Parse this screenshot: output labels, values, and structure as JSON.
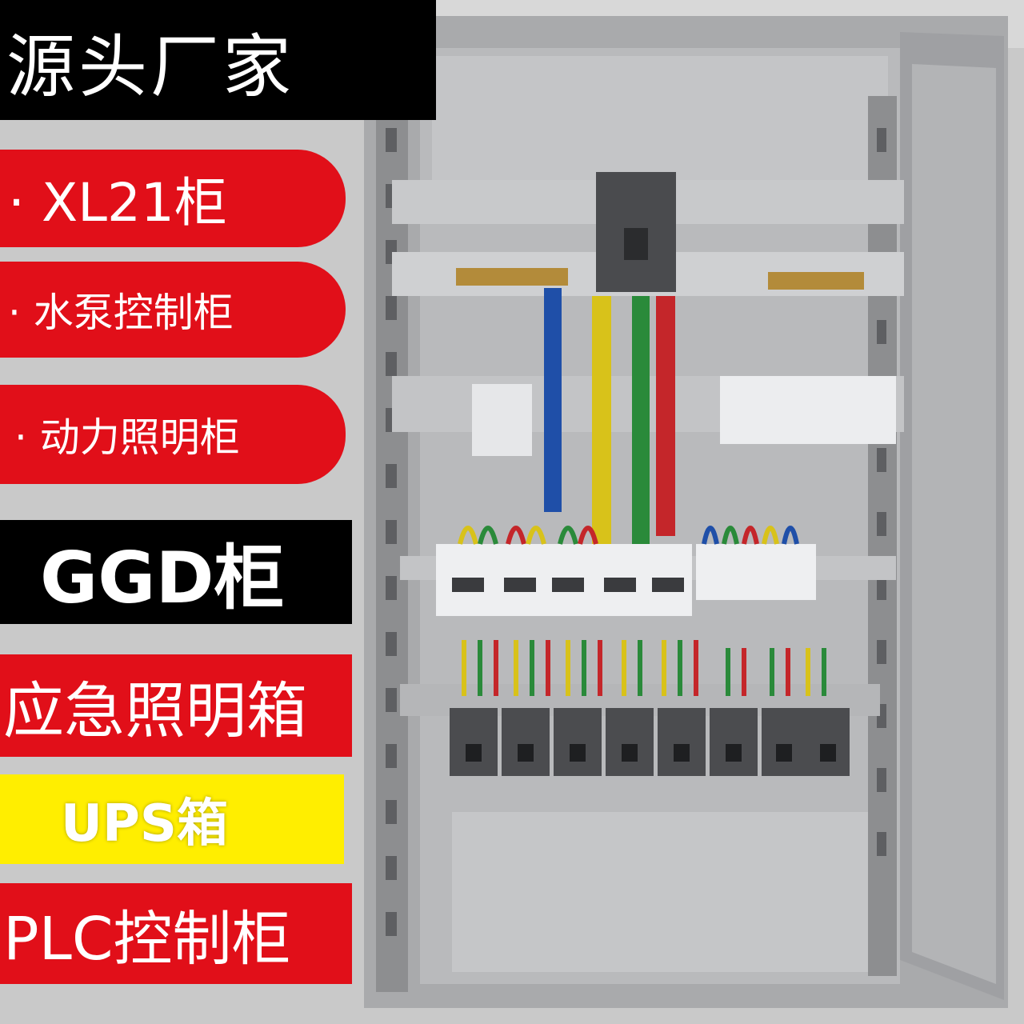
{
  "labels": {
    "title": "源头厂家",
    "xl21": "· XL21柜",
    "pump": "· 水泵控制柜",
    "power": "· 动力照明柜",
    "ggd": "GGD柜",
    "emergency": "应急照明箱",
    "ups": "UPS箱",
    "plc": "PLC控制柜"
  },
  "colors": {
    "red": "#e10f19",
    "black": "#000000",
    "yellow": "#ffee00"
  }
}
